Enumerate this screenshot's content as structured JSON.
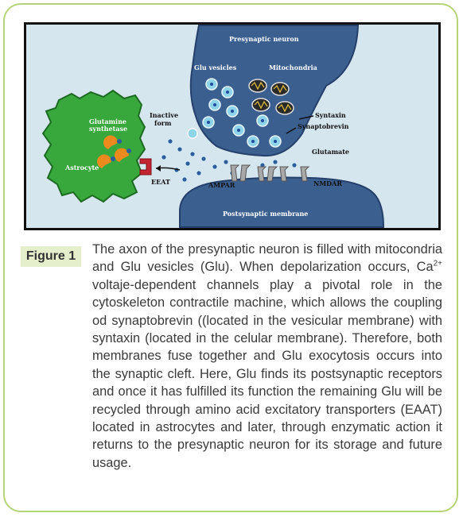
{
  "diagram": {
    "labels": {
      "presynaptic": "Presynaptic neuron",
      "glu_vesicles": "Glu vesicles",
      "mitochondria": "Mitochondria",
      "syntaxin": "Syntaxin",
      "synaptobrevin": "Synaptobrevin",
      "glutamate": "Glutamate",
      "inactive_form_line1": "Inactive",
      "inactive_form_line2": "form",
      "glutamine_line1": "Glutamine",
      "glutamine_line2": "synthetase",
      "astrocyte": "Astrocyte",
      "eeat": "EEAT",
      "ampar": "AMPAR",
      "nmdar": "NMDAR",
      "postsynaptic": "Postsynaptic membrane"
    },
    "colors": {
      "background": "#d6e6ef",
      "neuron": "#3b5f8f",
      "neuron_edge": "#25406a",
      "astrocyte": "#39a83c",
      "astrocyte_edge": "#1d6b22",
      "vesicle": "#8fd3e8",
      "mitochondria": "#2a2a2a",
      "transporter": "#c4242f",
      "enzyme": "#ec8a1e",
      "receptor": "#a8a8a8"
    }
  },
  "caption": {
    "badge": "Figure 1",
    "text_before": "The axon of the presynaptic neuron is filled with mitocondria and Glu vesicles (Glu). When depolarization occurs, Ca",
    "superscript": "2+",
    "text_after": " voltaje-dependent channels play a pivotal role in the cytoskeleton contractile machine, which allows the coupling od synaptobrevin ((located in the vesicular membrane) with syntaxin (located in the celular membrane). Therefore, both membranes fuse together and Glu exocytosis occurs into the synaptic cleft. Here, Glu finds its postsynaptic receptors and once it has fulfilled its function the remaining Glu will be recycled through amino acid excitatory transporters (EAAT) located in astrocytes and later, through enzymatic action it returns to the presynaptic neuron for its storage and future usage."
  }
}
